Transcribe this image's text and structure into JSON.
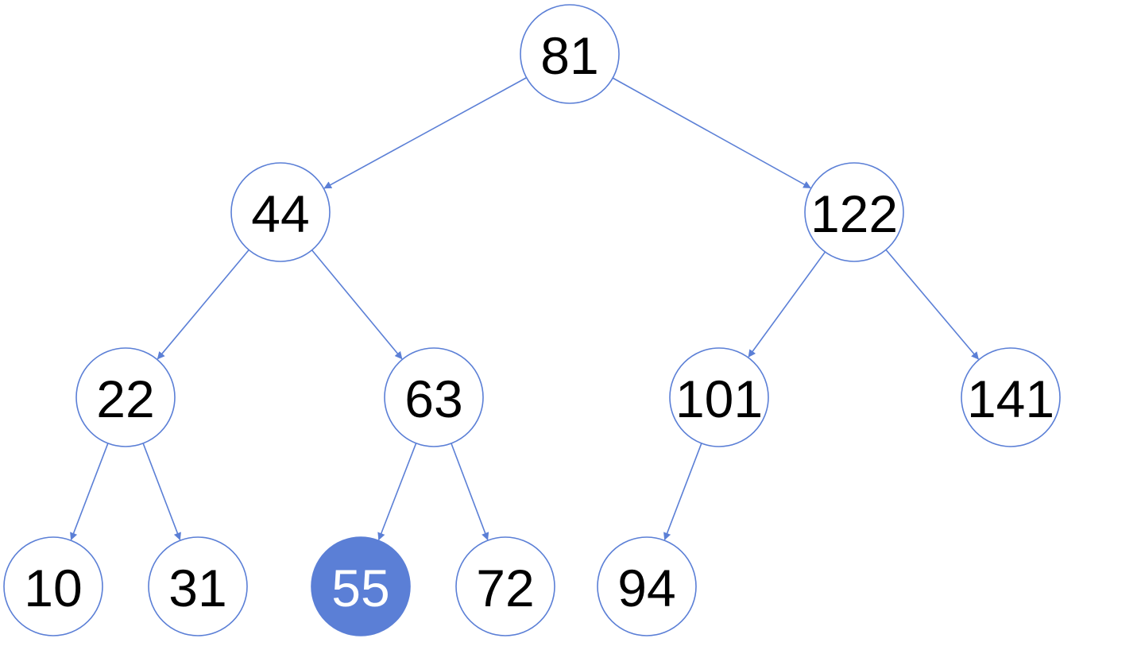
{
  "colors": {
    "edge": "#5b7fd6",
    "node_stroke": "#5b7fd6",
    "node_fill": "#ffffff",
    "highlight_fill": "#5b7fd6",
    "text": "#000000",
    "highlight_text": "#ffffff"
  },
  "tree": {
    "nodes": [
      {
        "id": "n81",
        "label": "81",
        "highlighted": false
      },
      {
        "id": "n44",
        "label": "44",
        "highlighted": false
      },
      {
        "id": "n122",
        "label": "122",
        "highlighted": false
      },
      {
        "id": "n22",
        "label": "22",
        "highlighted": false
      },
      {
        "id": "n63",
        "label": "63",
        "highlighted": false
      },
      {
        "id": "n101",
        "label": "101",
        "highlighted": false
      },
      {
        "id": "n141",
        "label": "141",
        "highlighted": false
      },
      {
        "id": "n10",
        "label": "10",
        "highlighted": false
      },
      {
        "id": "n31",
        "label": "31",
        "highlighted": false
      },
      {
        "id": "n55",
        "label": "55",
        "highlighted": true
      },
      {
        "id": "n72",
        "label": "72",
        "highlighted": false
      },
      {
        "id": "n94",
        "label": "94",
        "highlighted": false
      }
    ],
    "edges": [
      {
        "from": "n81",
        "to": "n44"
      },
      {
        "from": "n81",
        "to": "n122"
      },
      {
        "from": "n44",
        "to": "n22"
      },
      {
        "from": "n44",
        "to": "n63"
      },
      {
        "from": "n122",
        "to": "n101"
      },
      {
        "from": "n122",
        "to": "n141"
      },
      {
        "from": "n22",
        "to": "n10"
      },
      {
        "from": "n22",
        "to": "n31"
      },
      {
        "from": "n63",
        "to": "n55"
      },
      {
        "from": "n63",
        "to": "n72"
      },
      {
        "from": "n101",
        "to": "n94"
      }
    ]
  }
}
